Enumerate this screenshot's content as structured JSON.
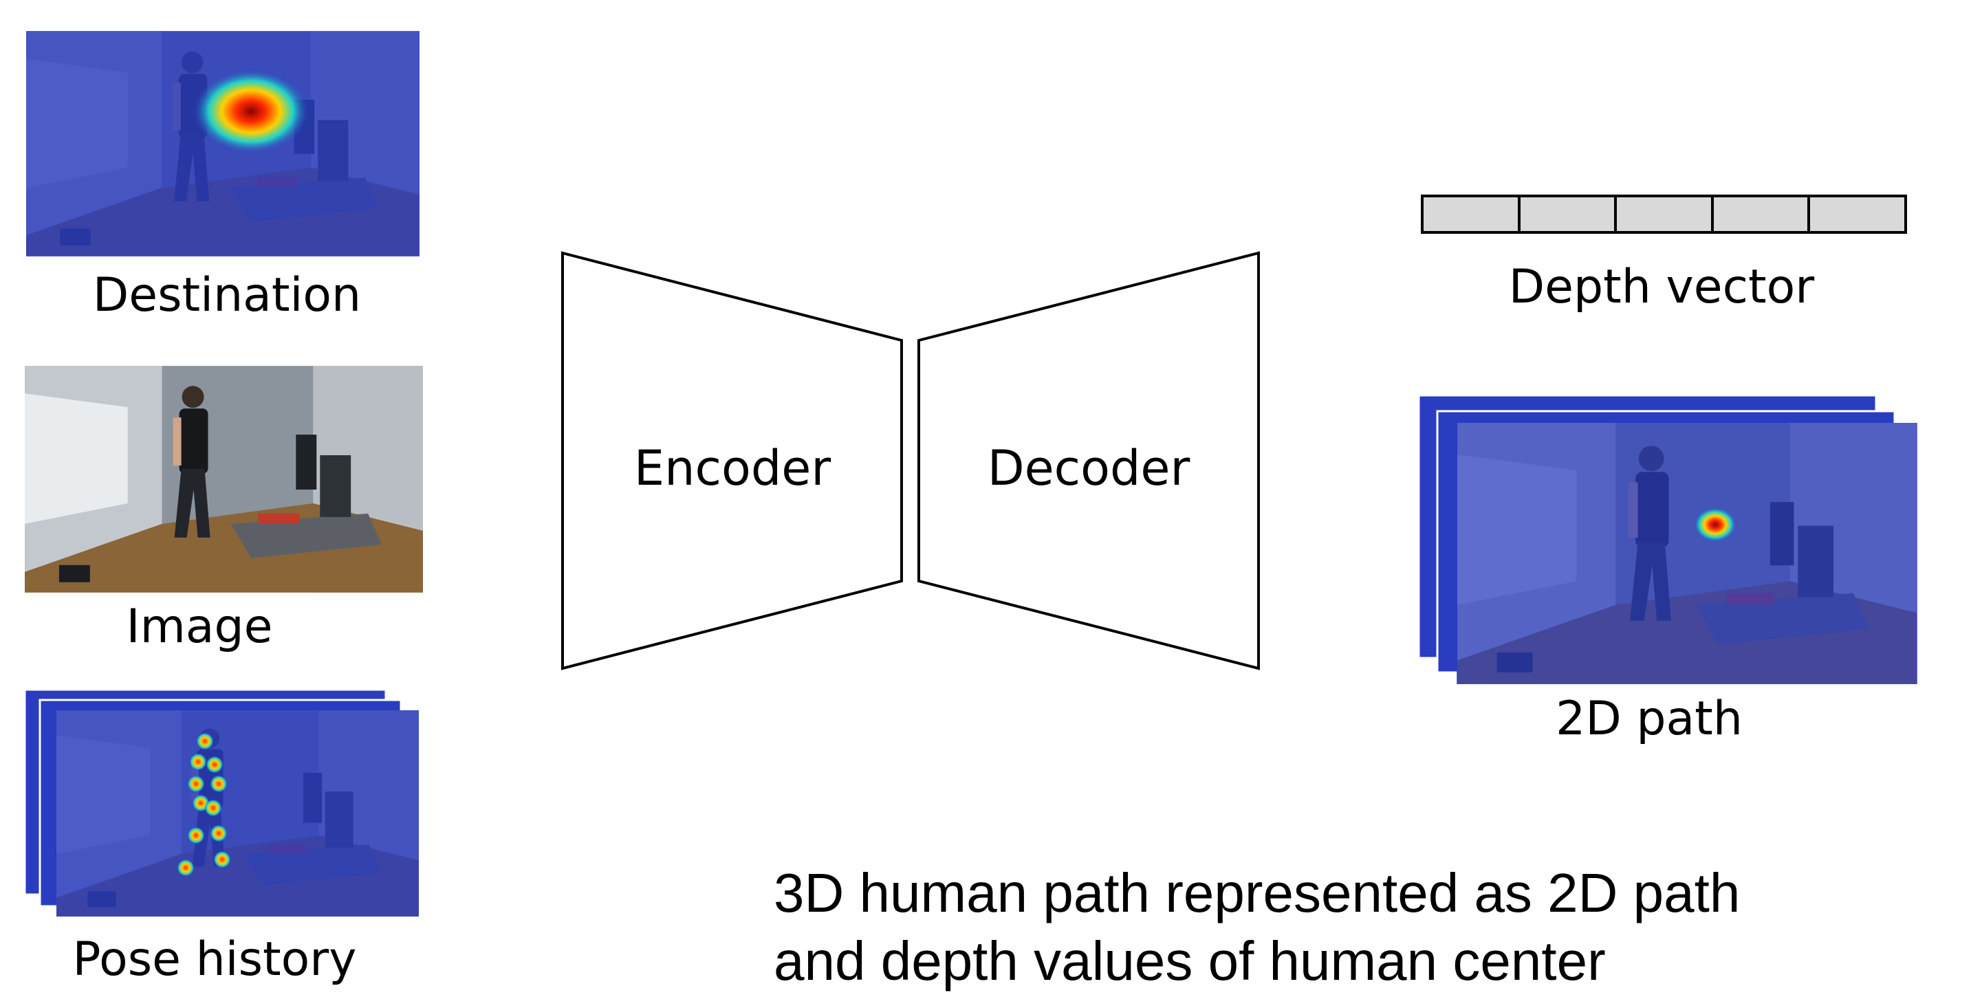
{
  "inputs": {
    "destination_label": "Destination",
    "image_label": "Image",
    "pose_history_label": "Pose history"
  },
  "network": {
    "encoder_label": "Encoder",
    "decoder_label": "Decoder"
  },
  "outputs": {
    "depth_vector_label": "Depth vector",
    "depth_vector_cells": 5,
    "path_label": "2D path"
  },
  "caption": {
    "line1": "3D human path represented as 2D path",
    "line2": "and depth values of human center"
  },
  "colors": {
    "heatmap_overlay": "#2a3cc0",
    "depth_cell_fill": "#d9d9d9",
    "wall": "#a6adb6",
    "floor": "#7a5a36"
  }
}
